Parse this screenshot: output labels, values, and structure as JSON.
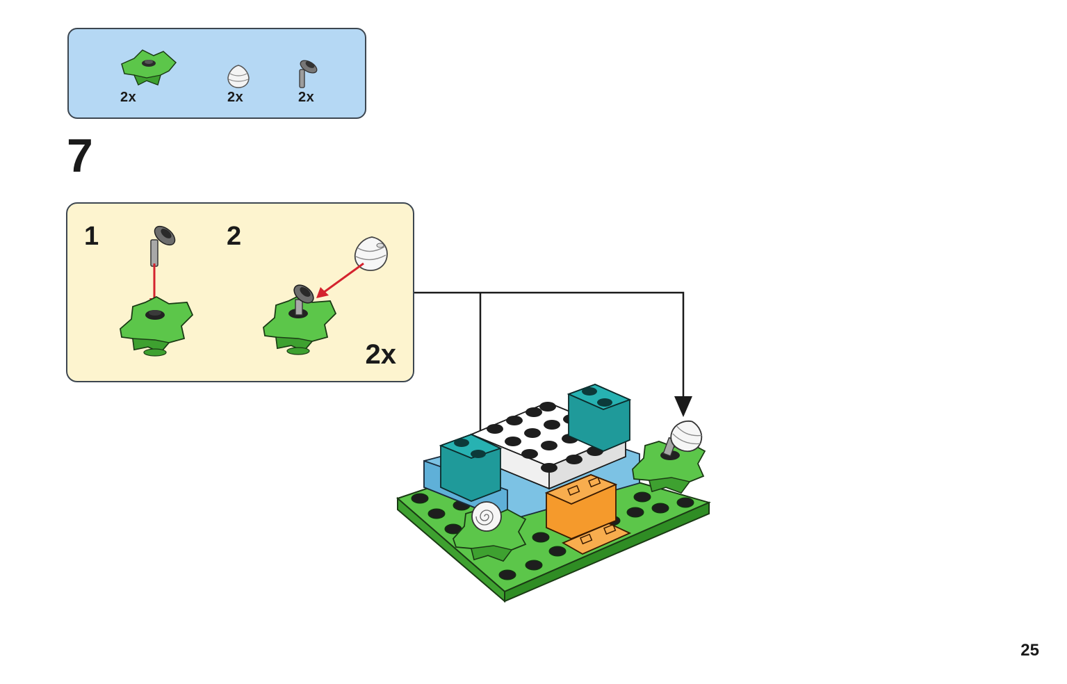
{
  "parts_list": {
    "items": [
      {
        "icon": "green-leaf-plate-icon",
        "count": "2x"
      },
      {
        "icon": "white-flower-cone-icon",
        "count": "2x"
      },
      {
        "icon": "grey-bar-holder-icon",
        "count": "2x"
      }
    ]
  },
  "step": {
    "number": "7"
  },
  "sub_assembly": {
    "steps": [
      {
        "number": "1"
      },
      {
        "number": "2"
      }
    ],
    "multiplier": "2x"
  },
  "page": {
    "number": "25"
  },
  "colors": {
    "parts_bg": "#b5d8f4",
    "sub_bg": "#fdf4cf",
    "green": "#5cc64a",
    "teal": "#1f9a9a",
    "light_blue": "#7cc2e4",
    "orange": "#f59a2c",
    "arrow_red": "#d4232e"
  }
}
